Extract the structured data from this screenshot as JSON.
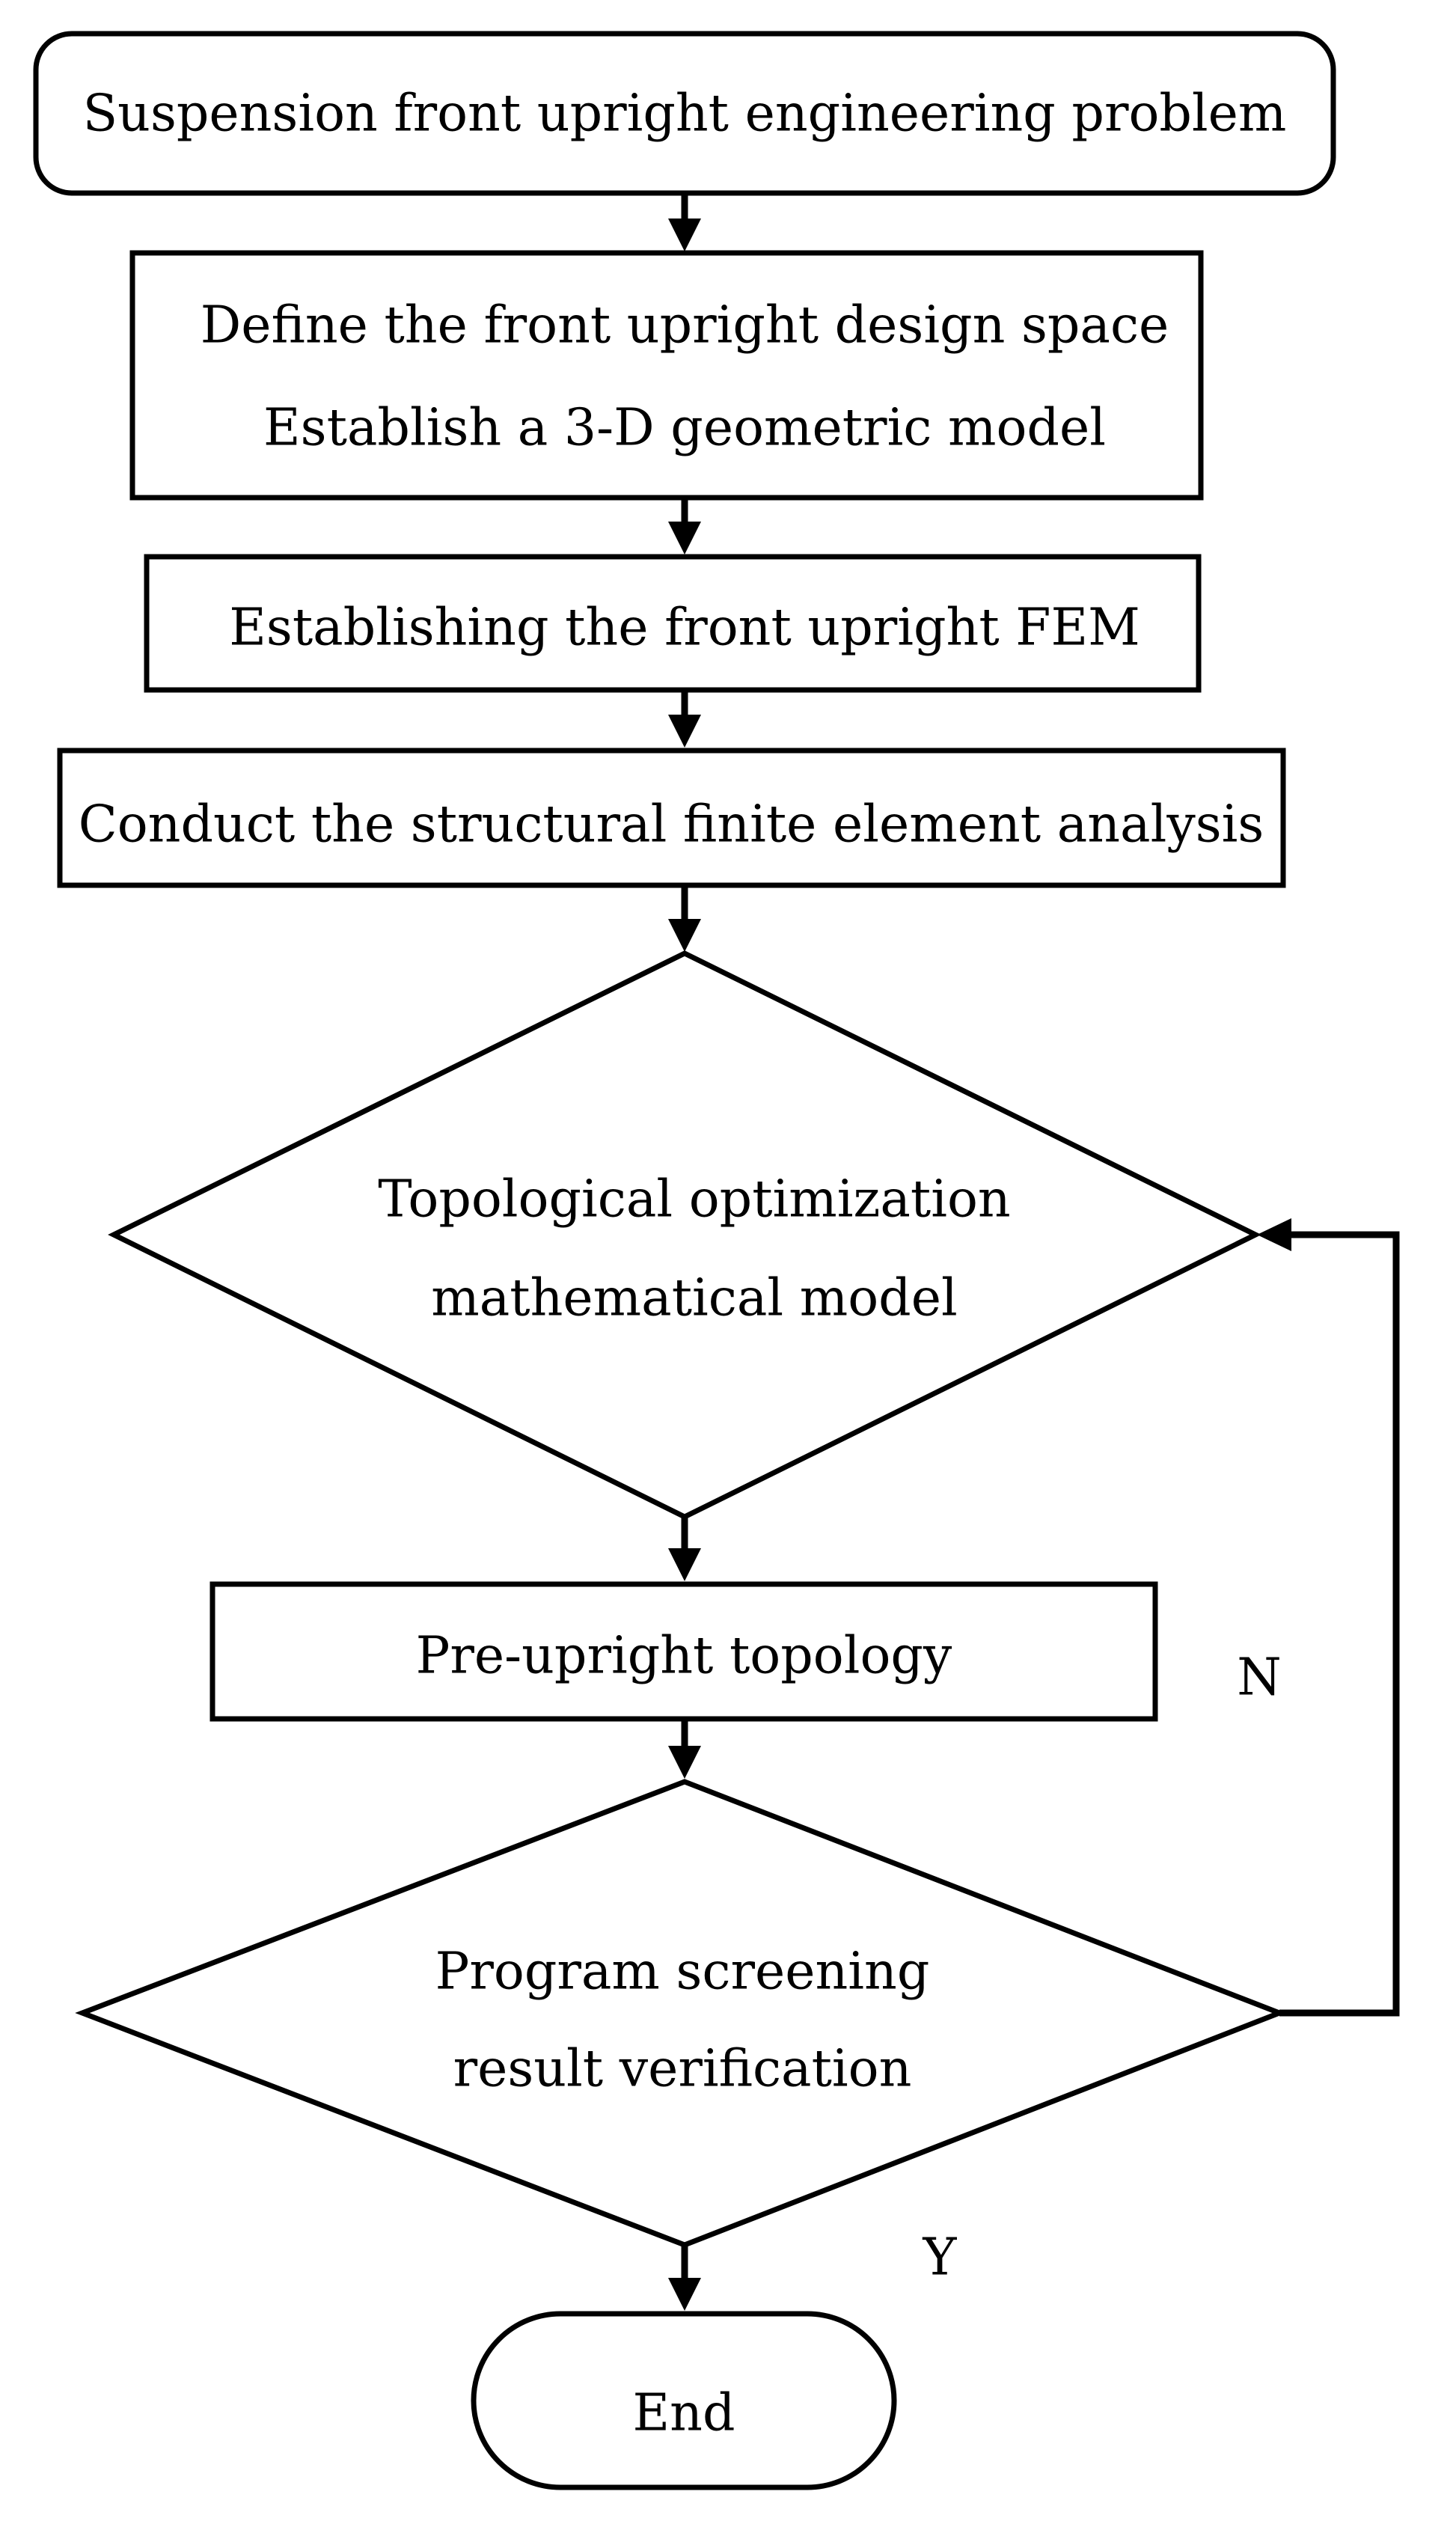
{
  "flowchart": {
    "start": {
      "label": "Suspension front upright engineering problem"
    },
    "define_space": {
      "line1": "Define the front upright design space",
      "line2": "Establish a 3-D geometric model"
    },
    "establish_fem": {
      "label": "Establishing the front upright FEM"
    },
    "fea": {
      "label": "Conduct the structural finite element analysis"
    },
    "topology_model": {
      "line1": "Topological optimization",
      "line2": "mathematical model"
    },
    "pre_topology": {
      "label": "Pre-upright topology"
    },
    "screening": {
      "line1": "Program screening",
      "line2": "result verification"
    },
    "end": {
      "label": "End"
    },
    "branch_no": "N",
    "branch_yes": "Y"
  }
}
